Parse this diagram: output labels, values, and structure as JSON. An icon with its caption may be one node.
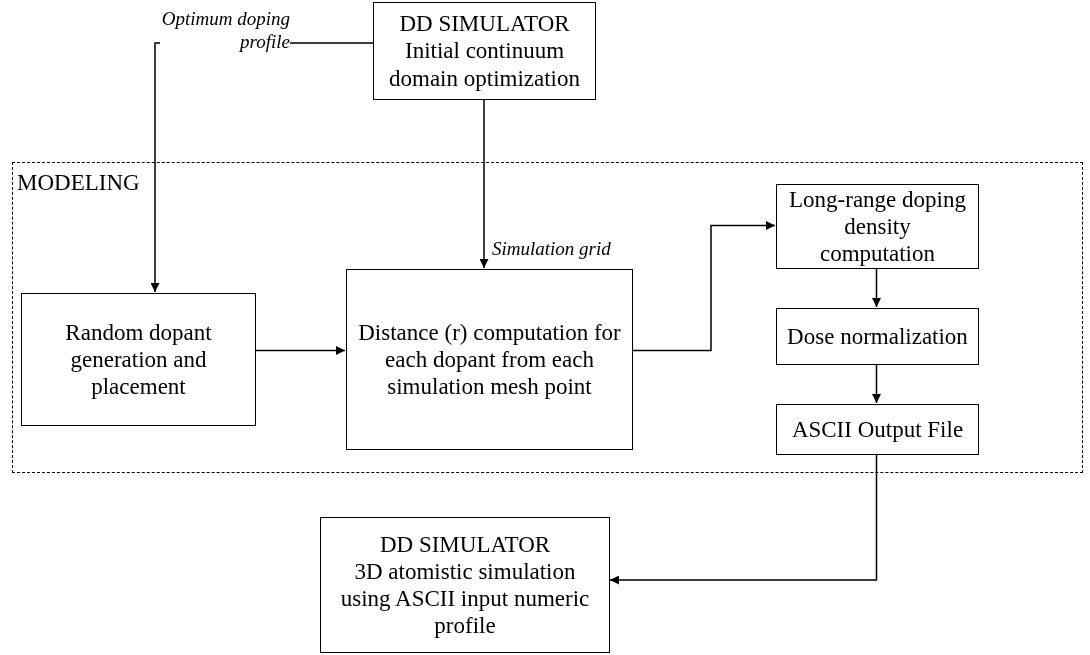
{
  "diagram": {
    "nodes": [
      {
        "text": [
          "DD SIMULATOR",
          "Initial continuum domain optimization"
        ]
      },
      {
        "text": [
          "MODELING"
        ]
      },
      {
        "text": [
          "Random dopant generation and placement"
        ],
        "in": 1
      },
      {
        "text": [
          "Distance (r) computation for each dopant from each simulation mesh point"
        ],
        "in": 1
      },
      {
        "text": [
          "Long-range doping density computation"
        ],
        "in": 1
      },
      {
        "text": [
          "Dose normalization"
        ],
        "in": 1
      },
      {
        "text": [
          "ASCII Output File"
        ],
        "in": 1
      },
      {
        "text": [
          "DD SIMULATOR",
          "3D atomistic simulation using ASCII input numeric profile"
        ]
      }
    ],
    "edges": [
      {
        "from": 0,
        "to": 2,
        "arrow": "to",
        "label": "Optimum doping profile"
      },
      {
        "from": 0,
        "to": 3,
        "arrow": "to",
        "label": "Simulation grid"
      },
      {
        "from": 2,
        "to": 3,
        "arrow": "to"
      },
      {
        "from": 3,
        "to": 4,
        "arrow": "to"
      },
      {
        "from": 4,
        "to": 5,
        "arrow": "to"
      },
      {
        "from": 5,
        "to": 6,
        "arrow": "to"
      },
      {
        "from": 6,
        "to": 7,
        "arrow": "to"
      }
    ]
  }
}
